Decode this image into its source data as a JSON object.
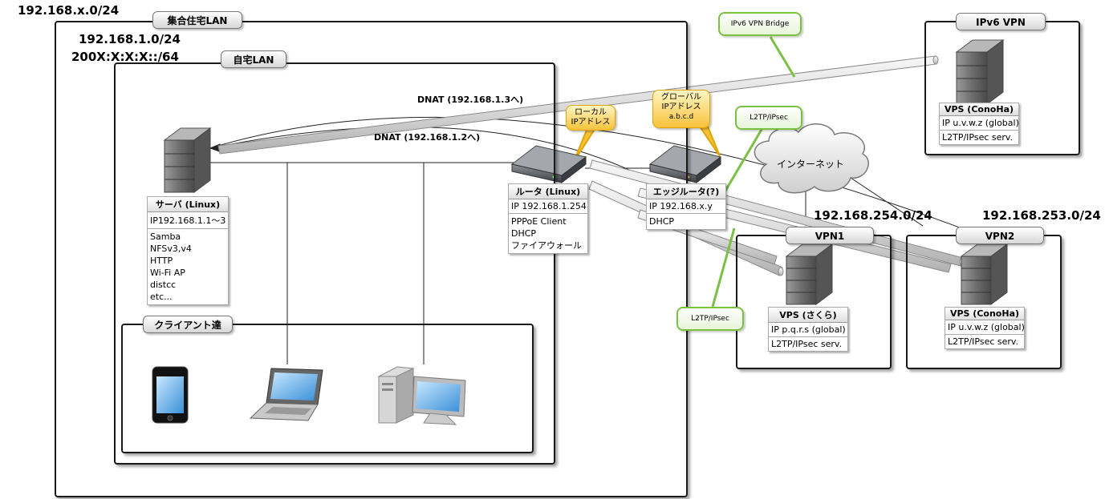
{
  "networks": {
    "outer": "192.168.x.0/24",
    "home_v4": "192.168.1.0/24",
    "home_v6": "200X:X:X:X::/64",
    "vpn1_net": "192.168.254.0/24",
    "vpn2_net": "192.168.253.0/24"
  },
  "tabs": {
    "apartment_lan": "集合住宅LAN",
    "home_lan": "自宅LAN",
    "clients": "クライアント達",
    "ipv6_vpn": "IPv6 VPN",
    "vpn1": "VPN1",
    "vpn2": "VPN2"
  },
  "server": {
    "title": "サーバ (Linux)",
    "ip": "IP192.168.1.1～3",
    "services": [
      "Samba",
      "NFSv3,v4",
      "HTTP",
      "Wi-Fi AP",
      "distcc",
      "etc..."
    ]
  },
  "router": {
    "title": "ルータ (Linux)",
    "ip": "IP 192.168.1.254",
    "services": [
      "PPPoE Client",
      "DHCP",
      "ファイアウォール"
    ]
  },
  "edge_router": {
    "title": "エッジルータ(?)",
    "ip": "IP 192.168.x.y",
    "services": [
      "DHCP"
    ]
  },
  "vps_ipv6": {
    "title": "VPS (ConoHa)",
    "ip": "IP u.v.w.z (global)",
    "service": "L2TP/IPsec serv."
  },
  "vps_vpn1": {
    "title": "VPS (さくら)",
    "ip": "IP p.q.r.s (global)",
    "service": "L2TP/IPsec serv."
  },
  "vps_vpn2": {
    "title": "VPS (ConoHa)",
    "ip": "IP u.v.w.z (global)",
    "service": "L2TP/IPsec serv."
  },
  "dnat": {
    "to_1_3": "DNAT (192.168.1.3へ)",
    "to_1_2": "DNAT (192.168.1.2へ)"
  },
  "callouts": {
    "local_ip_1": "ローカル",
    "local_ip_2": "IPアドレス",
    "global_ip_1": "グローバル",
    "global_ip_2": "IPアドレス",
    "global_ip_3": "a.b.c.d",
    "ipv6_bridge": "IPv6 VPN Bridge",
    "l2tp_top": "L2TP/IPsec",
    "l2tp_bottom": "L2TP/IPsec"
  },
  "internet": "インターネット",
  "colors": {
    "tunnel": "#e2e2e2",
    "callout_green": "#7ac143",
    "callout_yellow": "#f7c23a",
    "frame": "#1a1a1a"
  }
}
